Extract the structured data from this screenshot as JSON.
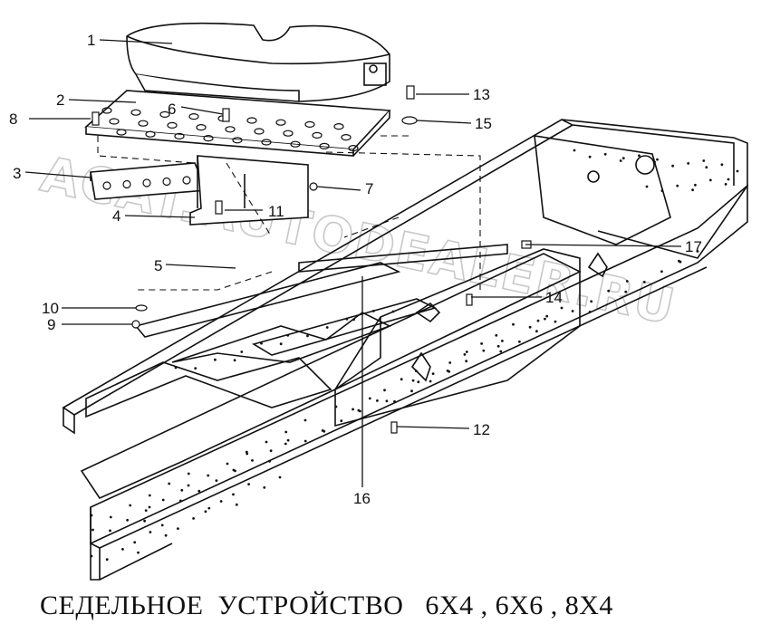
{
  "caption": "СЕДЕЛЬНОЕ  УСТРОЙСТВО   6X4 , 6X6 , 8X4",
  "watermark": "ACAT.AUTODEALER.RU",
  "callouts": [
    "1",
    "2",
    "3",
    "4",
    "5",
    "6",
    "7",
    "8",
    "9",
    "10",
    "11",
    "12",
    "13",
    "14",
    "15",
    "16",
    "17"
  ],
  "colors": {
    "ink": "#111111",
    "watermark": "#c8c8c8",
    "background": "#ffffff"
  }
}
